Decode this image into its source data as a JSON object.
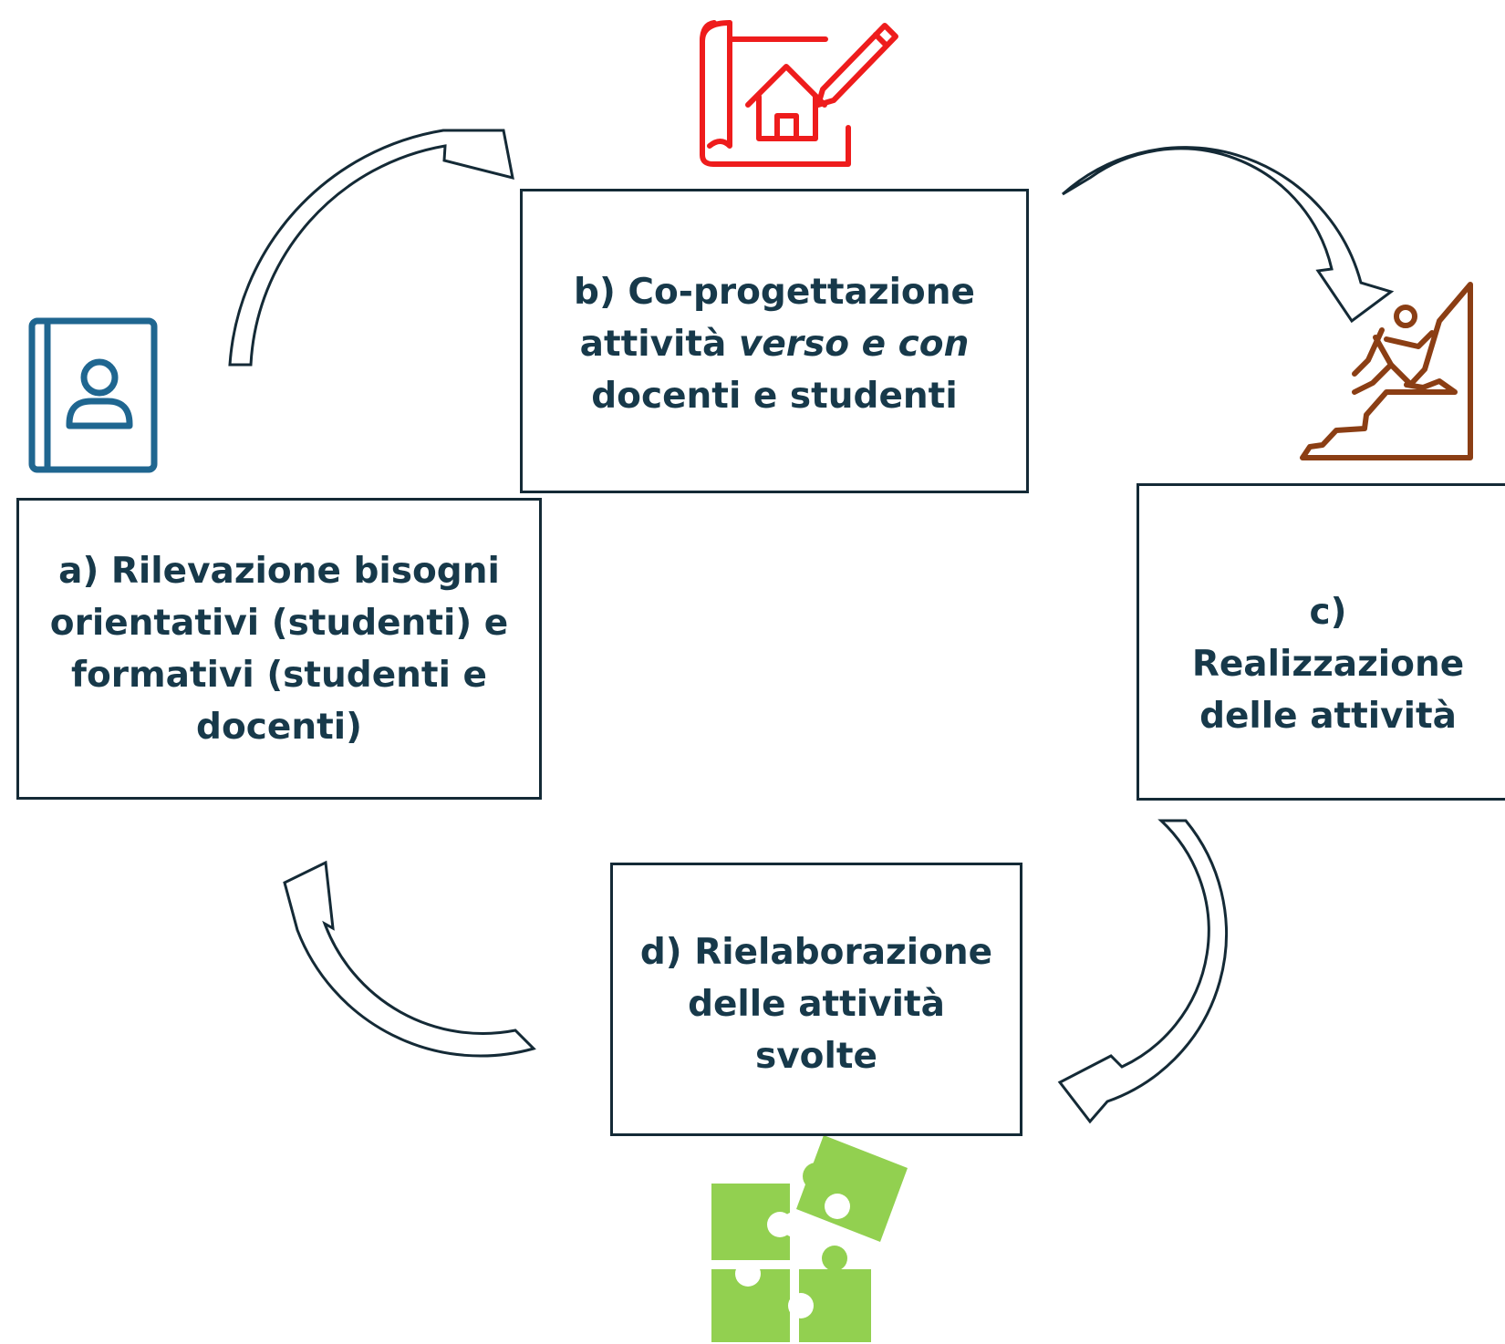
{
  "boxes": {
    "a": {
      "line1": "a) Rilevazione bisogni",
      "line2": "orientativi (studenti) e",
      "line3": "formativi (studenti e",
      "line4": "docenti)"
    },
    "b": {
      "line1": "b) Co-progettazione",
      "line2_start": "attività ",
      "line2_italic": "verso e con",
      "line3": "docenti e studenti"
    },
    "c": {
      "line1": "c) Realizzazione",
      "line2": "delle attività"
    },
    "d": {
      "line1": "d) Rielaborazione",
      "line2": "delle attività",
      "line3": "svolte"
    }
  },
  "colors": {
    "box_border": "#142a36",
    "text": "#17394a",
    "arrow_stroke": "#142a36",
    "notebook_icon": "#1f6690",
    "blueprint_icon": "#ee1c1c",
    "climber_icon": "#8b3e14",
    "puzzle_icon": "#92d050"
  },
  "icons": {
    "a": "user-notebook-icon",
    "b": "house-blueprint-icon",
    "c": "mountain-climber-icon",
    "d": "puzzle-pieces-icon"
  }
}
